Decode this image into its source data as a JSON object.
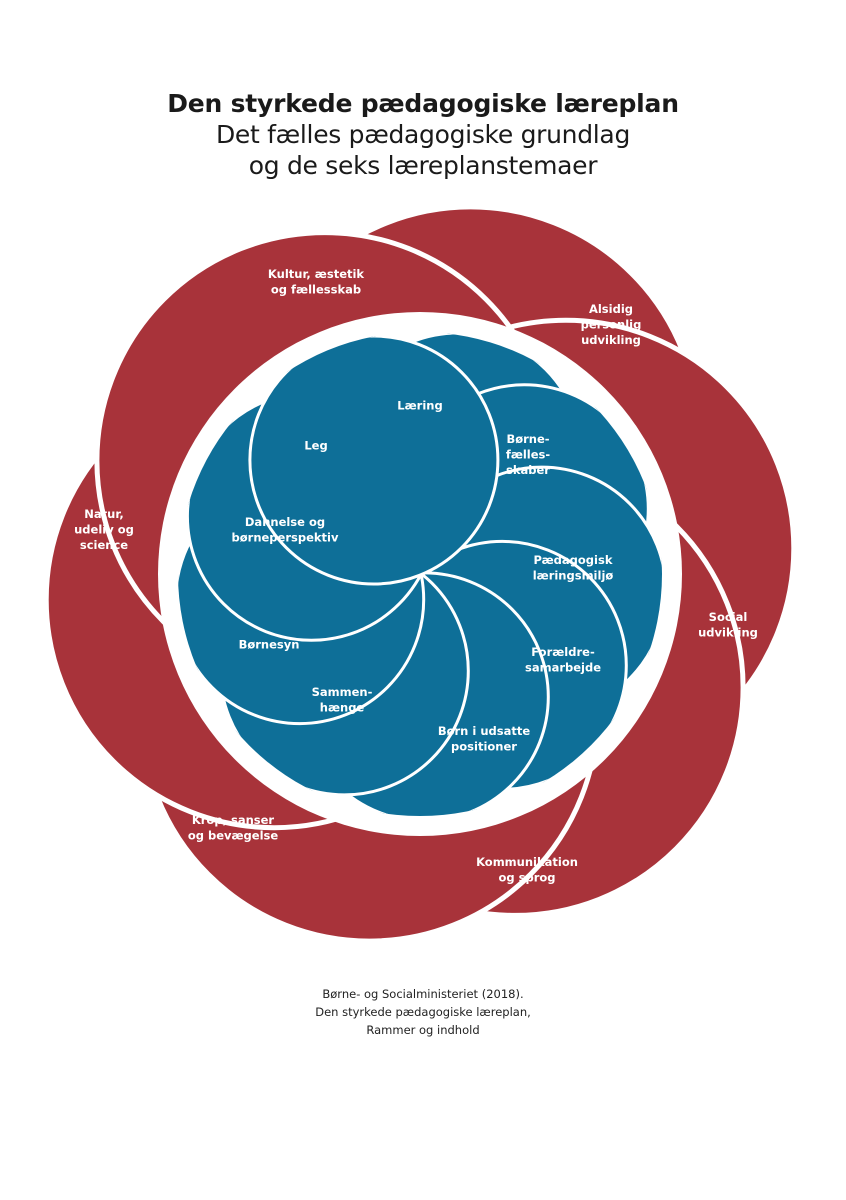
{
  "header": {
    "title": "Den styrkede pædagogiske læreplan",
    "subtitle_line1": "Det fælles pædagogiske grundlag",
    "subtitle_line2": "og de seks læreplanstemaer"
  },
  "colors": {
    "outer_theme": "#a8333a",
    "inner_element": "#0e6f98",
    "outline": "#ffffff",
    "text": "#1a1a1a"
  },
  "outer_themes": [
    {
      "lines": [
        "Kultur, æstetik",
        "og fællesskab"
      ]
    },
    {
      "lines": [
        "Alsidig",
        "personlig",
        "udvikling"
      ]
    },
    {
      "lines": [
        "Social",
        "udvikling"
      ]
    },
    {
      "lines": [
        "Kommunikation",
        "og sprog"
      ]
    },
    {
      "lines": [
        "Krop, sanser",
        "og bevægelse"
      ]
    },
    {
      "lines": [
        "Natur,",
        "udeliv og",
        "science"
      ]
    }
  ],
  "inner_elements": [
    {
      "lines": [
        "Læring"
      ]
    },
    {
      "lines": [
        "Børne-",
        "fælles-",
        "skaber"
      ]
    },
    {
      "lines": [
        "Pædagogisk",
        "læringsmiljø"
      ]
    },
    {
      "lines": [
        "Forældre-",
        "samarbejde"
      ]
    },
    {
      "lines": [
        "Børn i udsatte",
        "positioner"
      ]
    },
    {
      "lines": [
        "Sammen-",
        "hænge"
      ]
    },
    {
      "lines": [
        "Børnesyn"
      ]
    },
    {
      "lines": [
        "Dannelse og",
        "børneperspektiv"
      ]
    },
    {
      "lines": [
        "Leg"
      ]
    }
  ],
  "caption": {
    "line1": "Børne- og Socialministeriet (2018).",
    "line2": "Den styrkede pædagogiske læreplan,",
    "line3": "Rammer og indhold"
  }
}
